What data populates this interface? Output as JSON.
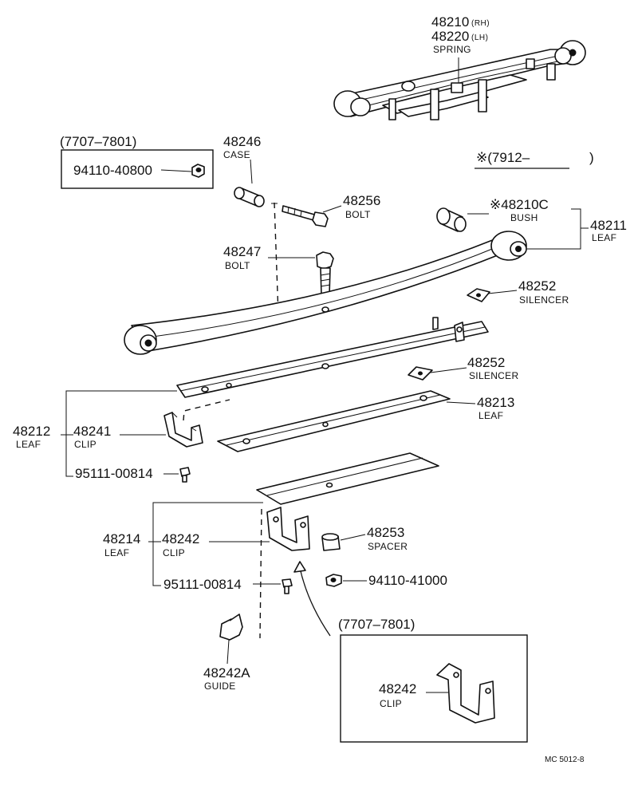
{
  "spring": {
    "num_rh": "48210",
    "side_rh": "(RH)",
    "num_lh": "48220",
    "side_lh": "(LH)",
    "name": "SPRING"
  },
  "period_box_top": {
    "range": "(7707–7801)",
    "part_num": "94110-40800"
  },
  "case": {
    "num": "48246",
    "name": "CASE"
  },
  "bolt_48256": {
    "num": "48256",
    "name": "BOLT"
  },
  "bolt_48247": {
    "num": "48247",
    "name": "BOLT"
  },
  "note_range": {
    "text": "※(7912–",
    "close": ")"
  },
  "bush": {
    "num": "※48210C",
    "name": "BUSH"
  },
  "leaf_48211": {
    "num": "48211",
    "name": "LEAF"
  },
  "silencer_1": {
    "num": "48252",
    "name": "SILENCER"
  },
  "silencer_2": {
    "num": "48252",
    "name": "SILENCER"
  },
  "leaf_48213": {
    "num": "48213",
    "name": "LEAF"
  },
  "leaf_48212": {
    "num": "48212",
    "name": "LEAF"
  },
  "clip_48241": {
    "num": "48241",
    "name": "CLIP"
  },
  "bolt_95111_a": {
    "num": "95111-00814"
  },
  "leaf_48214": {
    "num": "48214",
    "name": "LEAF"
  },
  "clip_48242": {
    "num": "48242",
    "name": "CLIP"
  },
  "spacer": {
    "num": "48253",
    "name": "SPACER"
  },
  "bolt_95111_b": {
    "num": "95111-00814"
  },
  "nut_94110": {
    "num": "94110-41000"
  },
  "guide": {
    "num": "48242A",
    "name": "GUIDE"
  },
  "period_box_bottom": {
    "range": "(7707–7801)",
    "clip_num": "48242",
    "clip_name": "CLIP"
  },
  "drawing_id": "MC 5012-8"
}
